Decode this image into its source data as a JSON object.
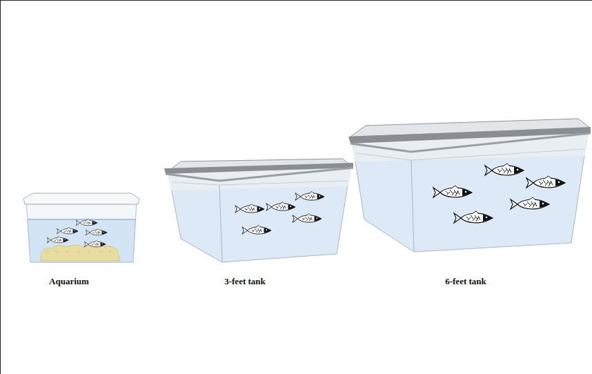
{
  "diagram": {
    "labels": [
      "Aquarium",
      "3-feet tank",
      "6-feet tank"
    ]
  }
}
